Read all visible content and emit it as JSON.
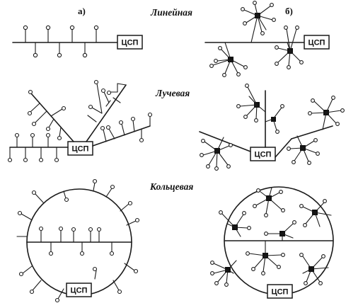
{
  "labels": {
    "variant_a": "а)",
    "variant_b": "б)",
    "section_linear": "Линейная",
    "section_radial": "Лучевая",
    "section_ring": "Кольцевая",
    "station": "ЦСП"
  }
}
